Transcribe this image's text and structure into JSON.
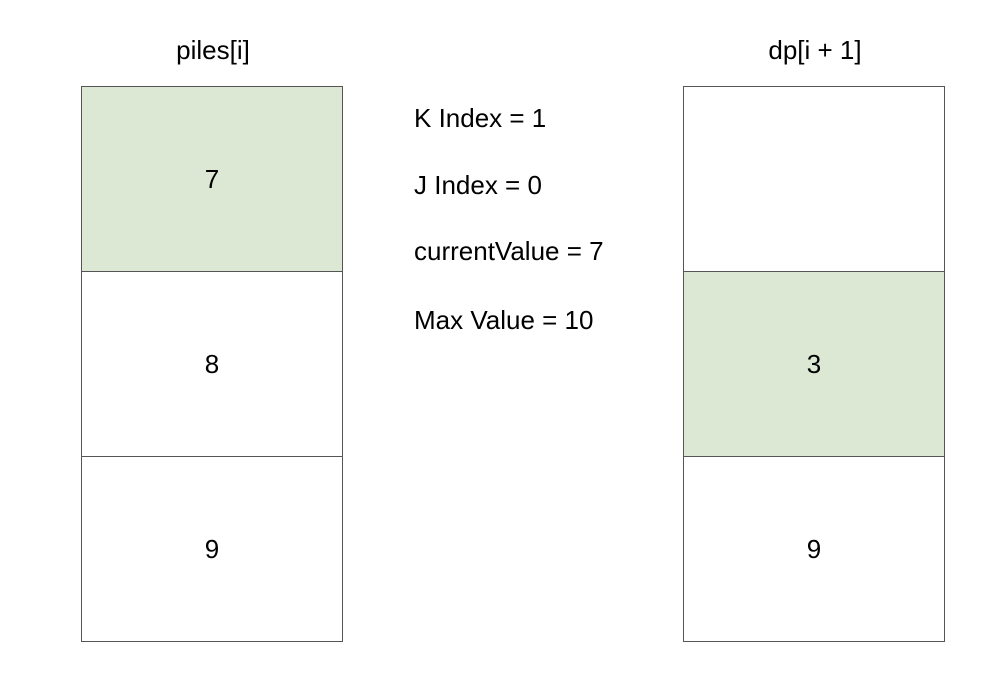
{
  "left": {
    "title": "piles[i]",
    "cells": [
      {
        "value": "7",
        "highlighted": true
      },
      {
        "value": "8",
        "highlighted": false
      },
      {
        "value": "9",
        "highlighted": false
      }
    ]
  },
  "right": {
    "title": "dp[i + 1]",
    "cells": [
      {
        "value": "",
        "highlighted": false
      },
      {
        "value": "3",
        "highlighted": true
      },
      {
        "value": "9",
        "highlighted": false
      }
    ]
  },
  "info": {
    "k_index": "K Index = 1",
    "j_index": "J Index = 0",
    "current_value": "currentValue = 7",
    "max_value": "Max Value = 10"
  },
  "colors": {
    "highlight": "#dce8d4",
    "border": "#555555"
  }
}
